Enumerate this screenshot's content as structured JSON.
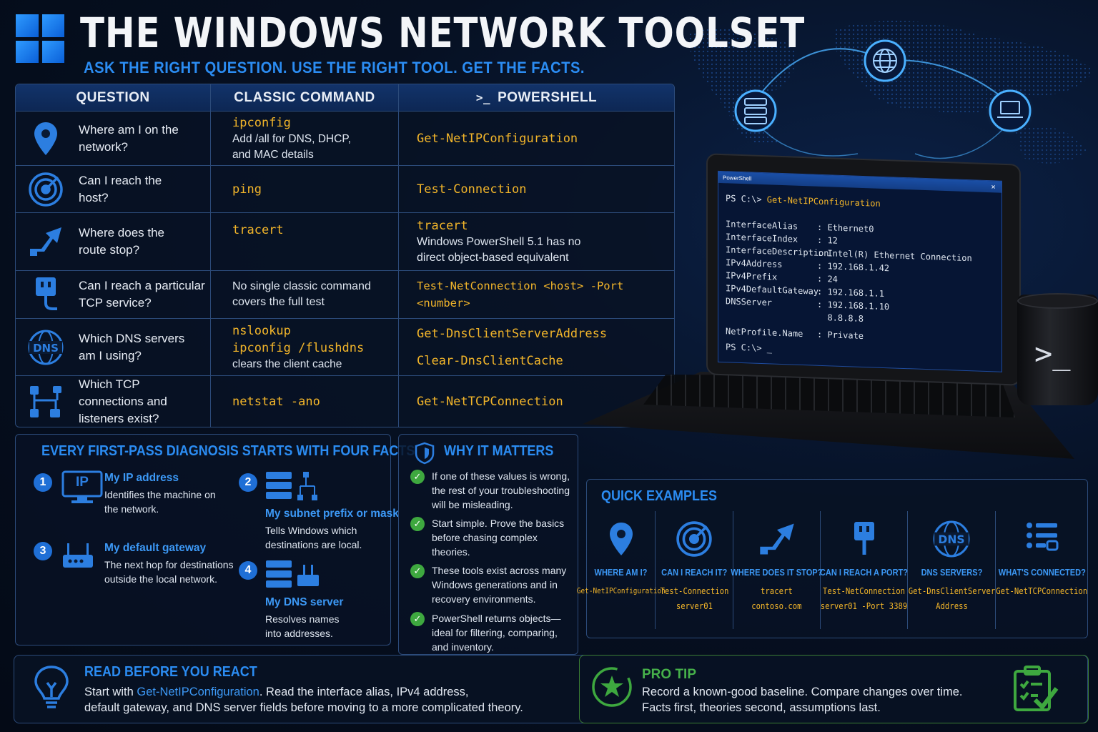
{
  "header": {
    "title": "THE WINDOWS NETWORK TOOLSET",
    "subtitle": "ASK THE RIGHT QUESTION. USE THE RIGHT TOOL. GET THE FACTS."
  },
  "table": {
    "headers": {
      "question": "QUESTION",
      "classic": "CLASSIC COMMAND",
      "powershell": "POWERSHELL"
    },
    "rows": [
      {
        "icon": "location-pin-icon",
        "question": "Where am I on the network?",
        "classic_cmd": "ipconfig",
        "classic_note": "Add /all for DNS, DHCP, and MAC details",
        "ps_cmd": "Get-NetIPConfiguration",
        "ps_cmd2": "",
        "ps_note": ""
      },
      {
        "icon": "target-icon",
        "question": "Can I reach the host?",
        "classic_cmd": "ping",
        "classic_note": "",
        "ps_cmd": "Test-Connection",
        "ps_cmd2": "",
        "ps_note": ""
      },
      {
        "icon": "route-arrow-icon",
        "question": "Where does the route stop?",
        "classic_cmd": "tracert",
        "classic_note": "",
        "ps_cmd": "tracert",
        "ps_cmd2": "",
        "ps_note": "Windows PowerShell 5.1 has no direct object-based equivalent"
      },
      {
        "icon": "network-port-icon",
        "question": "Can I reach a particular TCP service?",
        "classic_cmd": "",
        "classic_note": "No single classic command covers the full test",
        "ps_cmd": "Test-NetConnection <host> -Port <number>",
        "ps_cmd2": "",
        "ps_note": ""
      },
      {
        "icon": "dns-globe-icon",
        "question": "Which DNS servers am I using?",
        "classic_cmd": "nslookup",
        "classic_cmd2": "ipconfig /flushdns",
        "classic_note": "clears the client cache",
        "ps_cmd": "Get-DnsClientServerAddress",
        "ps_cmd2": "Clear-DnsClientCache",
        "ps_note": ""
      },
      {
        "icon": "connections-icon",
        "question": "Which TCP connections and listeners exist?",
        "classic_cmd": "netstat -ano",
        "classic_note": "",
        "ps_cmd": "Get-NetTCPConnection",
        "ps_cmd2": "",
        "ps_note": ""
      }
    ]
  },
  "facts": {
    "title": "EVERY FIRST-PASS DIAGNOSIS STARTS WITH FOUR FACTS",
    "items": [
      {
        "num": "1",
        "icon_text": "IP",
        "heading": "My IP address",
        "desc": "Identifies the machine on the network."
      },
      {
        "num": "2",
        "heading": "My subnet prefix or mask",
        "desc": "Tells Windows which destinations are local."
      },
      {
        "num": "3",
        "heading": "My default gateway",
        "desc": "The next hop for destinations outside the local network."
      },
      {
        "num": "4",
        "heading": "My DNS server",
        "desc": "Resolves names into addresses."
      }
    ]
  },
  "why": {
    "title": "WHY IT MATTERS",
    "items": [
      "If one of these values is wrong, the rest of your troubleshooting will be misleading.",
      "Start simple. Prove the basics before chasing complex theories.",
      "These tools exist across many Windows generations and in recovery environments.",
      "PowerShell returns objects— ideal for filtering, comparing, and inventory."
    ]
  },
  "quick": {
    "title": "QUICK EXAMPLES",
    "items": [
      {
        "label": "WHERE AM I?",
        "cmd1": "Get-NetIPConfiguration",
        "cmd2": ""
      },
      {
        "label": "CAN I REACH IT?",
        "cmd1": "Test-Connection",
        "cmd2": "server01"
      },
      {
        "label": "WHERE DOES IT STOP?",
        "cmd1": "tracert",
        "cmd2": "contoso.com"
      },
      {
        "label": "CAN I REACH A PORT?",
        "cmd1": "Test-NetConnection",
        "cmd2": "server01 -Port 3389"
      },
      {
        "label": "DNS SERVERS?",
        "cmd1": "Get-DnsClientServer",
        "cmd2": "Address"
      },
      {
        "label": "WHAT'S CONNECTED?",
        "cmd1": "Get-NetTCPConnection",
        "cmd2": ""
      }
    ]
  },
  "read_before": {
    "title": "READ BEFORE YOU REACT",
    "line1_pre": "Start with ",
    "line1_cmd": "Get-NetIPConfiguration",
    "line1_post": ". Read the interface alias, IPv4 address,",
    "line2": "default gateway, and DNS server fields before moving to a more complicated theory."
  },
  "pro_tip": {
    "title": "PRO TIP",
    "line1": "Record a known-good baseline. Compare changes over time.",
    "line2": "Facts first, theories second, assumptions last."
  },
  "terminal": {
    "window_title": "PowerShell",
    "prompt_cmd_prefix": "PS C:\\> ",
    "prompt_cmd": "Get-NetIPConfiguration",
    "lines": [
      {
        "key": "InterfaceAlias",
        "val": ": Ethernet0"
      },
      {
        "key": "InterfaceIndex",
        "val": ": 12"
      },
      {
        "key": "InterfaceDescription",
        "val": ": Intel(R) Ethernet Connection"
      },
      {
        "key": "IPv4Address",
        "val": ": 192.168.1.42"
      },
      {
        "key": "IPv4Prefix",
        "val": ": 24"
      },
      {
        "key": "IPv4DefaultGateway",
        "val": ": 192.168.1.1"
      },
      {
        "key": "DNSServer",
        "val": ": 192.168.1.10"
      },
      {
        "key": "",
        "val": "  8.8.8.8"
      },
      {
        "key": "NetProfile.Name",
        "val": ": Private"
      }
    ],
    "final_prompt": "PS C:\\> _"
  },
  "colors": {
    "accent_blue": "#2b8cf2",
    "command_yellow": "#f2b52a",
    "check_green": "#3ea83f"
  }
}
